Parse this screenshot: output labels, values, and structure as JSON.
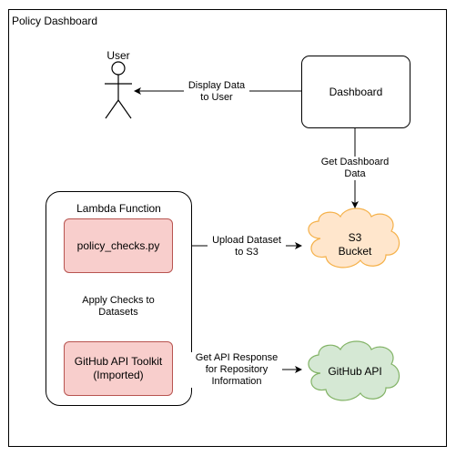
{
  "frame": {
    "title": "Policy Dashboard"
  },
  "user": {
    "label": "User"
  },
  "dashboard": {
    "label": "Dashboard"
  },
  "lambda": {
    "title": "Lambda Function",
    "policy_checks": "policy_checks.py",
    "toolkit_line1": "GitHub API Toolkit",
    "toolkit_line2": "(Imported)"
  },
  "s3": {
    "line1": "S3",
    "line2": "Bucket"
  },
  "github_api": {
    "label": "GitHub API"
  },
  "edges": {
    "display": {
      "line1": "Display Data",
      "line2": "to User"
    },
    "get_dashboard": {
      "line1": "Get Dashboard",
      "line2": "Data"
    },
    "upload": {
      "line1": "Upload Dataset",
      "line2": "to S3"
    },
    "apply": {
      "line1": "Apply Checks to",
      "line2": "Datasets"
    },
    "get_api": {
      "line1": "Get API Response",
      "line2": "for Repository",
      "line3": "Information"
    }
  },
  "colors": {
    "pink_fill": "#f8cecc",
    "pink_stroke": "#b85450",
    "orange_fill": "#ffe6cc",
    "orange_stroke": "#f5b14a",
    "green_fill": "#d5e8d4",
    "green_stroke": "#82b366"
  }
}
